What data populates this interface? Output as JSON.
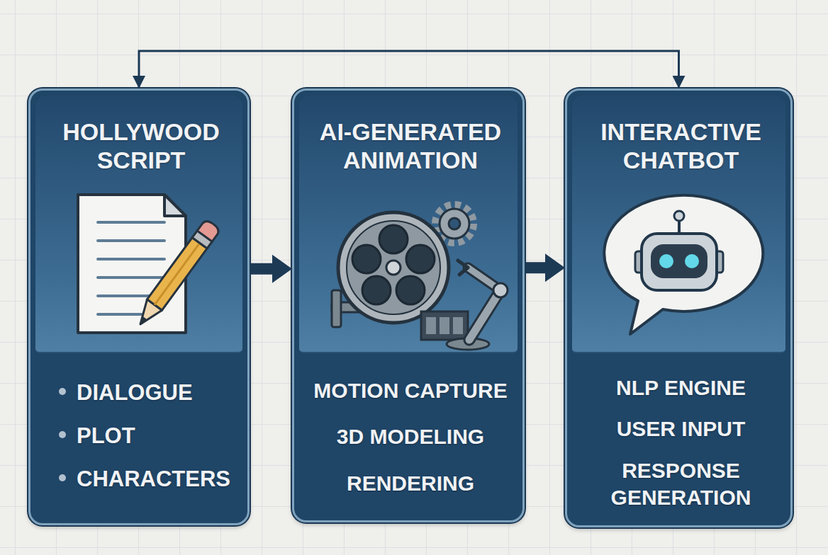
{
  "diagram": {
    "nodes": [
      {
        "text": [
          "HOLLYWOOD SCRIPT",
          "DIALOGUE",
          "PLOT",
          "CHARACTERS"
        ]
      },
      {
        "text": [
          "AI-GENERATED ANIMATION",
          "MOTION CAPTURE",
          "3D MODELING",
          "RENDERING"
        ]
      },
      {
        "text": [
          "INTERACTIVE CHATBOT",
          "NLP ENGINE",
          "USER INPUT",
          "RESPONSE GENERATION"
        ]
      }
    ],
    "edges": [
      {
        "from": 0,
        "to": 1,
        "arrow": "to"
      },
      {
        "from": 1,
        "to": 2,
        "arrow": "to"
      },
      {
        "from": 0,
        "to": 2,
        "arrow": "both"
      }
    ]
  }
}
